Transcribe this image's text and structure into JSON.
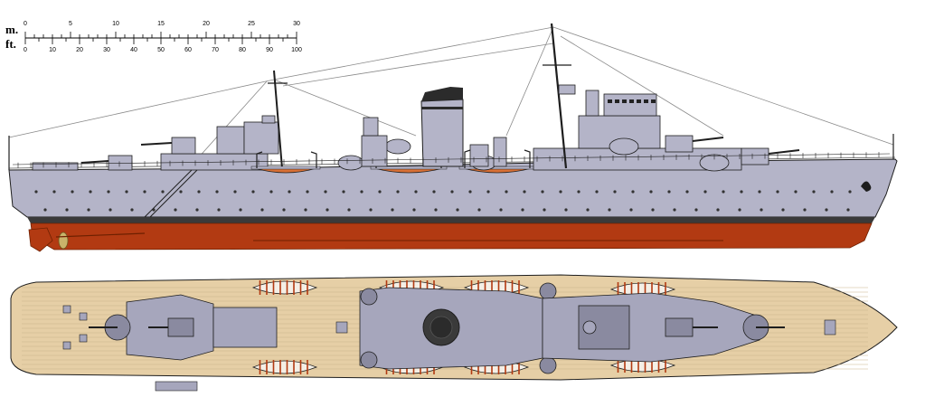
{
  "scale": {
    "metric_unit": "m.",
    "imperial_unit": "ft.",
    "metric_ticks": [
      "0",
      "5",
      "10",
      "15",
      "20",
      "25",
      "30"
    ],
    "imperial_ticks": [
      "0",
      "10",
      "20",
      "30",
      "40",
      "50",
      "60",
      "70",
      "80",
      "90",
      "100"
    ],
    "max_m": 30,
    "max_ft": 100
  },
  "colors": {
    "hull_grey": "#b4b4c8",
    "deck_wood": "#e6cfa6",
    "boot_topping": "#3a3a3a",
    "antifouling": "#b23a12",
    "funnel_cap": "#2b2b2b",
    "boat_orange": "#d97035",
    "outline": "#1e1e1e"
  }
}
